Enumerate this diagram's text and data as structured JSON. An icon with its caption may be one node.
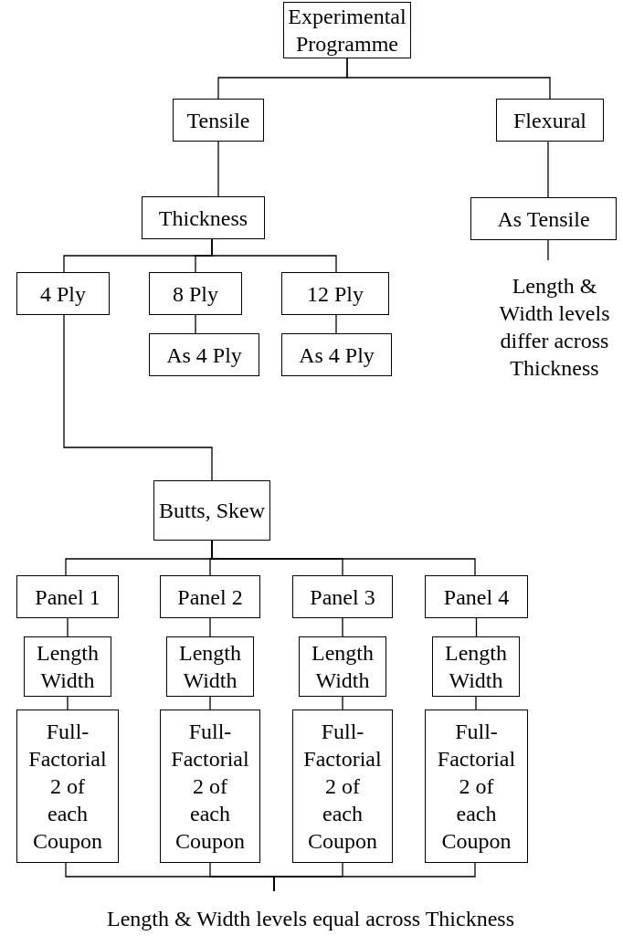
{
  "diagram": {
    "nodes": [
      {
        "text": [
          "Experimental Programme"
        ]
      },
      {
        "text": [
          "Tensile"
        ]
      },
      {
        "text": [
          "Flexural"
        ]
      },
      {
        "text": [
          "Thickness"
        ]
      },
      {
        "text": [
          "As Tensile"
        ]
      },
      {
        "text": [
          "Length & Width levels differ across Thickness"
        ]
      },
      {
        "text": [
          "4 Ply"
        ]
      },
      {
        "text": [
          "8 Ply"
        ]
      },
      {
        "text": [
          "12 Ply"
        ]
      },
      {
        "text": [
          "As 4 Ply"
        ]
      },
      {
        "text": [
          "As 4 Ply"
        ]
      },
      {
        "text": [
          "Butts, Skew"
        ]
      },
      {
        "text": [
          "Panel 1"
        ]
      },
      {
        "text": [
          "Panel 2"
        ]
      },
      {
        "text": [
          "Panel 3"
        ]
      },
      {
        "text": [
          "Panel 4"
        ]
      },
      {
        "text": [
          "Length Width"
        ]
      },
      {
        "text": [
          "Length Width"
        ]
      },
      {
        "text": [
          "Length Width"
        ]
      },
      {
        "text": [
          "Length Width"
        ]
      },
      {
        "text": [
          "Full-Factorial 2 of each Coupon"
        ]
      },
      {
        "text": [
          "Full-Factorial 2 of each Coupon"
        ]
      },
      {
        "text": [
          "Full-Factorial 2 of each Coupon"
        ]
      },
      {
        "text": [
          "Full-Factorial 2 of each Coupon"
        ]
      },
      {
        "text": [
          "Length & Width levels equal across Thickness"
        ]
      }
    ],
    "edges": [
      {
        "from": 0,
        "to": 1,
        "arrow": "none"
      },
      {
        "from": 0,
        "to": 2,
        "arrow": "none"
      },
      {
        "from": 1,
        "to": 3,
        "arrow": "none"
      },
      {
        "from": 2,
        "to": 4,
        "arrow": "none"
      },
      {
        "from": 4,
        "to": 5,
        "arrow": "none"
      },
      {
        "from": 3,
        "to": 6,
        "arrow": "none"
      },
      {
        "from": 3,
        "to": 7,
        "arrow": "none"
      },
      {
        "from": 3,
        "to": 8,
        "arrow": "none"
      },
      {
        "from": 7,
        "to": 9,
        "arrow": "none"
      },
      {
        "from": 8,
        "to": 10,
        "arrow": "none"
      },
      {
        "from": 6,
        "to": 11,
        "arrow": "none"
      },
      {
        "from": 11,
        "to": 12,
        "arrow": "none"
      },
      {
        "from": 11,
        "to": 13,
        "arrow": "none"
      },
      {
        "from": 11,
        "to": 14,
        "arrow": "none"
      },
      {
        "from": 11,
        "to": 15,
        "arrow": "none"
      },
      {
        "from": 12,
        "to": 16,
        "arrow": "none"
      },
      {
        "from": 13,
        "to": 17,
        "arrow": "none"
      },
      {
        "from": 14,
        "to": 18,
        "arrow": "none"
      },
      {
        "from": 15,
        "to": 19,
        "arrow": "none"
      },
      {
        "from": 16,
        "to": 20,
        "arrow": "none"
      },
      {
        "from": 17,
        "to": 21,
        "arrow": "none"
      },
      {
        "from": 18,
        "to": 22,
        "arrow": "none"
      },
      {
        "from": 19,
        "to": 23,
        "arrow": "none"
      },
      {
        "from": 20,
        "to": 24,
        "arrow": "none"
      },
      {
        "from": 21,
        "to": 24,
        "arrow": "none"
      },
      {
        "from": 22,
        "to": 24,
        "arrow": "none"
      },
      {
        "from": 23,
        "to": 24,
        "arrow": "none"
      }
    ]
  }
}
